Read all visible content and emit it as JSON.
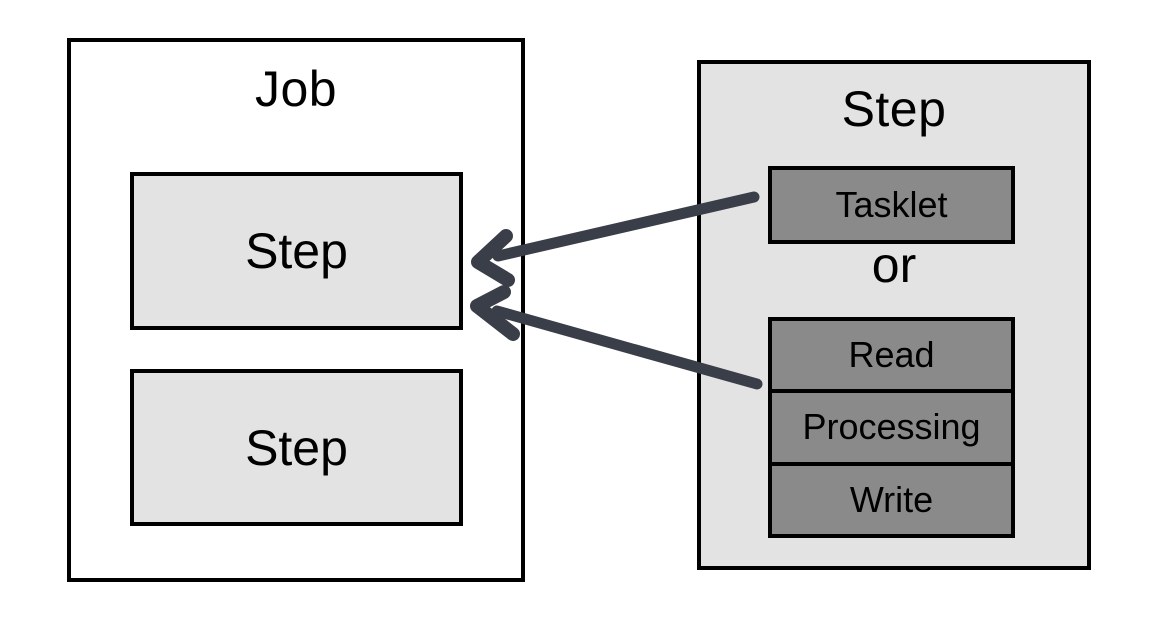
{
  "colors": {
    "background": "#ffffff",
    "box_border": "#000000",
    "job_fill": "#ffffff",
    "light_gray_fill": "#e3e3e3",
    "dark_gray_fill": "#8a8a8a",
    "arrow": "#3a3e49",
    "text": "#000000"
  },
  "job_box": {
    "title": "Job",
    "steps": [
      {
        "label": "Step"
      },
      {
        "label": "Step"
      }
    ]
  },
  "step_box": {
    "title": "Step",
    "tasklet": {
      "label": "Tasklet"
    },
    "or_label": "or",
    "chunk_phases": [
      {
        "label": "Read"
      },
      {
        "label": "Processing"
      },
      {
        "label": "Write"
      }
    ]
  }
}
